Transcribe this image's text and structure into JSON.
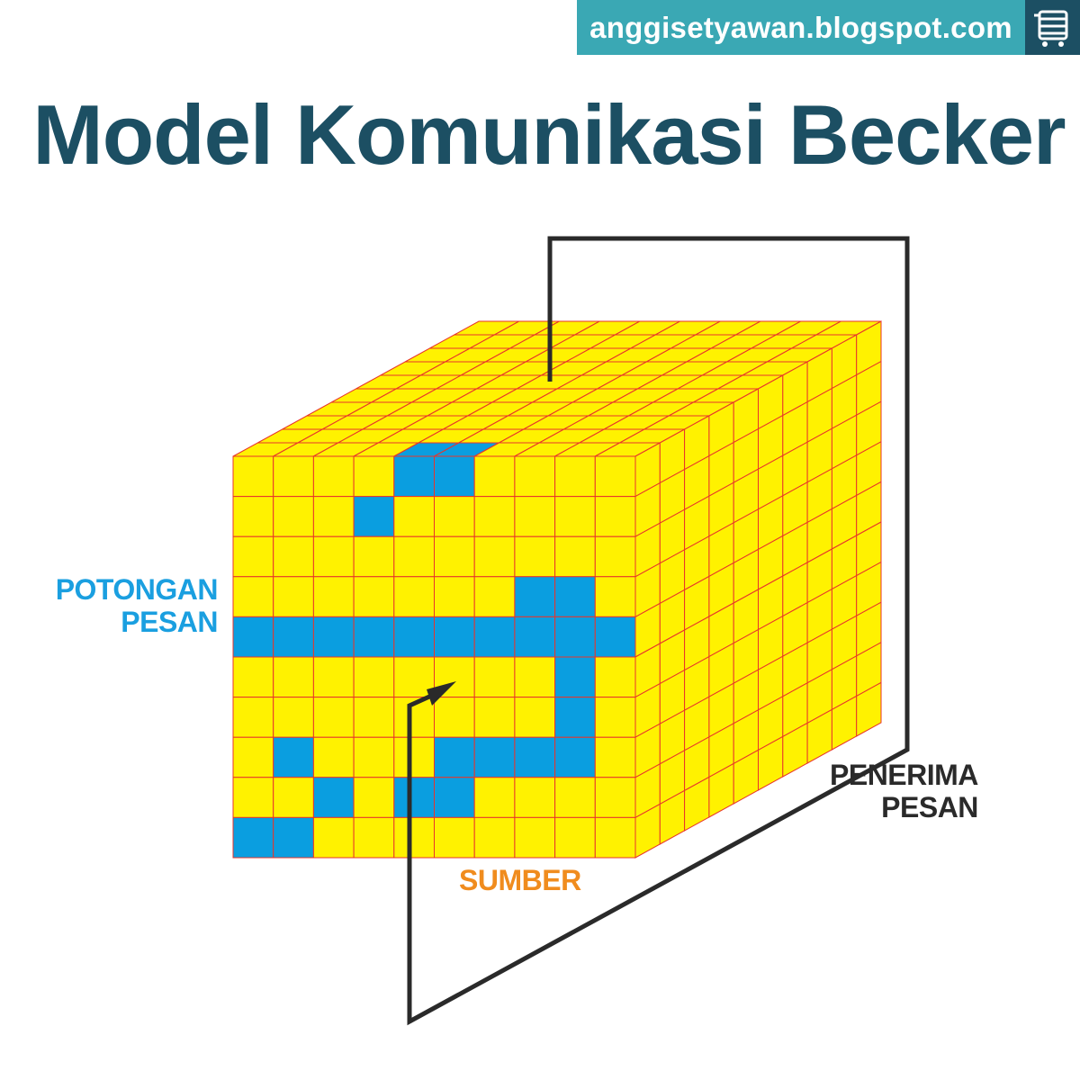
{
  "header": {
    "site_name": "anggisetyawan.blogspot.com",
    "site_icon": "cart-monitor-icon"
  },
  "title": "Model Komunikasi Becker",
  "labels": {
    "potongan_line1": "POTONGAN",
    "potongan_line2": "PESAN",
    "penerima_line1": "PENERIMA",
    "penerima_line2": "PESAN",
    "sumber": "SUMBER"
  },
  "colors": {
    "cell_yellow": "#fff200",
    "cell_blue": "#0a9ee0",
    "grid_line": "#e8352b",
    "title": "#1c4f63",
    "badge": "#3aa8b4",
    "badge_icon_bg": "#1c4f63",
    "potongan": "#1a9fe0",
    "sumber": "#f08c1e",
    "penerima": "#2a2a2a",
    "path": "#2a2a2a"
  },
  "cube": {
    "columns": 10,
    "rows": 10,
    "depth": 10,
    "front_blue_cells": [
      [
        0,
        4
      ],
      [
        0,
        5
      ],
      [
        1,
        3
      ],
      [
        3,
        7
      ],
      [
        3,
        8
      ],
      [
        4,
        0
      ],
      [
        4,
        1
      ],
      [
        4,
        2
      ],
      [
        4,
        3
      ],
      [
        4,
        4
      ],
      [
        4,
        5
      ],
      [
        4,
        6
      ],
      [
        4,
        7
      ],
      [
        4,
        8
      ],
      [
        4,
        9
      ],
      [
        5,
        8
      ],
      [
        6,
        8
      ],
      [
        7,
        1
      ],
      [
        7,
        5
      ],
      [
        7,
        6
      ],
      [
        7,
        7
      ],
      [
        7,
        8
      ],
      [
        8,
        2
      ],
      [
        8,
        4
      ],
      [
        8,
        5
      ],
      [
        10,
        0
      ],
      [
        10,
        1
      ]
    ],
    "top_blue_cells": [
      [
        0,
        4
      ],
      [
        0,
        5
      ]
    ]
  }
}
